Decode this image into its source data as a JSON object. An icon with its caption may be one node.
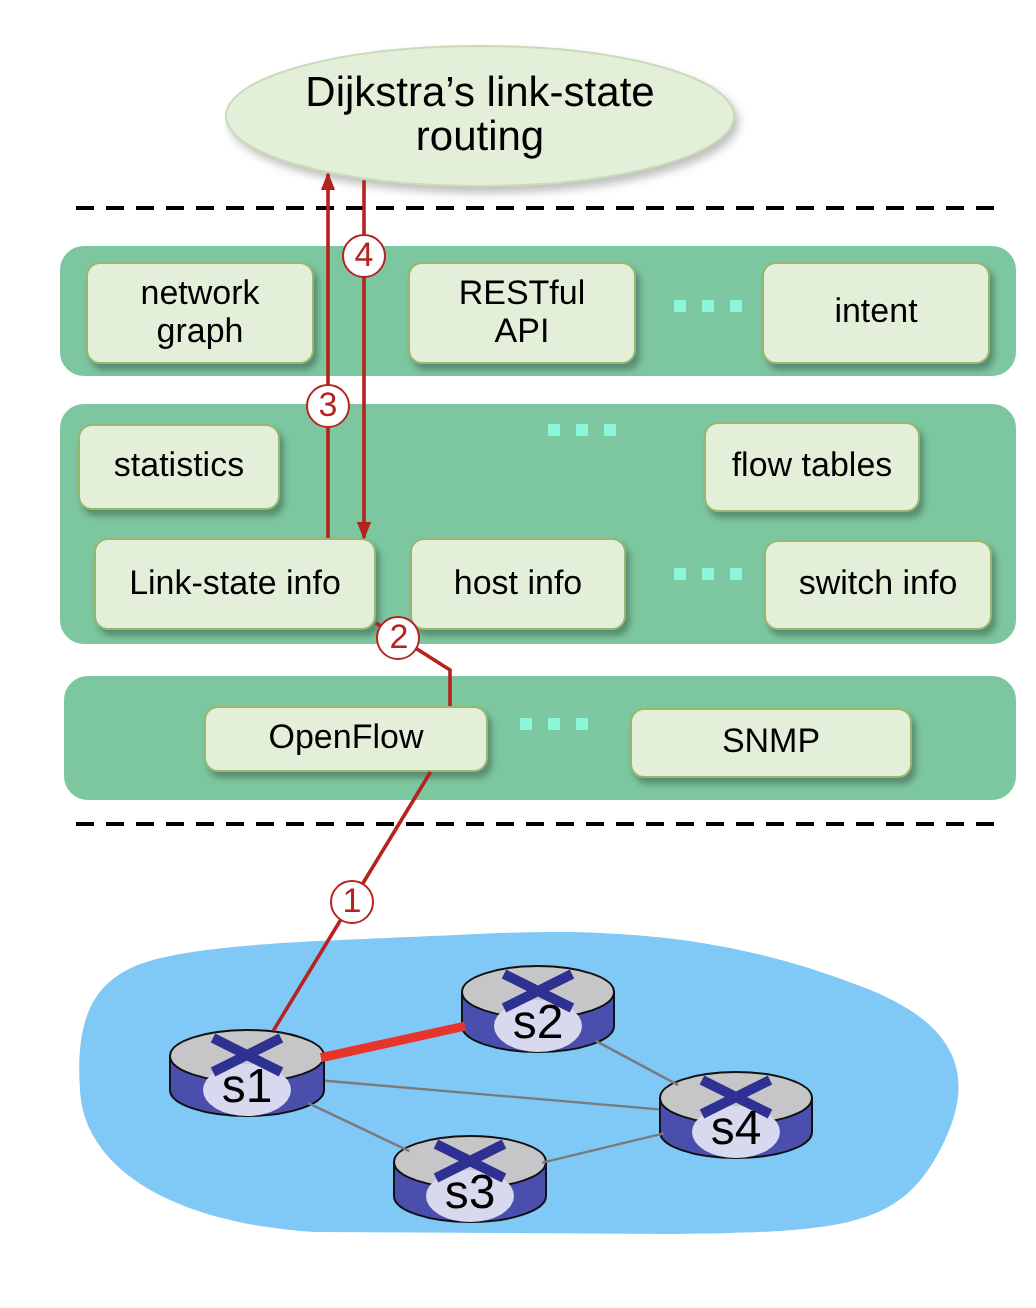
{
  "diagram": {
    "nodes": [
      {
        "text": [
          "Dijkstra’s link-state routing"
        ]
      },
      {
        "text": [],
        "shape": "box"
      },
      {
        "text": [
          "network graph"
        ],
        "in": 1
      },
      {
        "text": [
          "RESTful API"
        ],
        "in": 1
      },
      {
        "text": [
          "intent"
        ],
        "in": 1
      },
      {
        "text": [],
        "shape": "box"
      },
      {
        "text": [
          "statistics"
        ],
        "in": 5
      },
      {
        "text": [
          "flow tables"
        ],
        "in": 5
      },
      {
        "text": [
          "Link-state info"
        ],
        "in": 5
      },
      {
        "text": [
          "host info"
        ],
        "in": 5
      },
      {
        "text": [
          "switch info"
        ],
        "in": 5
      },
      {
        "text": [],
        "shape": "box"
      },
      {
        "text": [
          "OpenFlow"
        ],
        "in": 11
      },
      {
        "text": [
          "SNMP"
        ],
        "in": 11
      },
      {
        "text": [],
        "shape": "cloud"
      },
      {
        "text": [
          "s1"
        ],
        "in": 14
      },
      {
        "text": [
          "s2"
        ],
        "in": 14
      },
      {
        "text": [
          "s3"
        ],
        "in": 14
      },
      {
        "text": [
          "s4"
        ],
        "in": 14
      }
    ],
    "edges": [
      {
        "from": 15,
        "to": 12,
        "arrow": "none",
        "label": "1",
        "color": "#b5231f"
      },
      {
        "from": 12,
        "to": 8,
        "arrow": "none",
        "label": "2",
        "color": "#b5231f"
      },
      {
        "from": 8,
        "to": 0,
        "arrow": "to",
        "label": "3",
        "color": "#b5231f"
      },
      {
        "from": 0,
        "to": 8,
        "arrow": "to",
        "label": "4",
        "color": "#b5231f"
      },
      {
        "from": 15,
        "to": 16,
        "arrow": "none",
        "style": "thick",
        "color": "#e8352b"
      },
      {
        "from": 15,
        "to": 18,
        "arrow": "none",
        "color": "#7a7a7a"
      },
      {
        "from": 15,
        "to": 17,
        "arrow": "none",
        "color": "#7a7a7a"
      },
      {
        "from": 16,
        "to": 18,
        "arrow": "none",
        "color": "#7a7a7a"
      },
      {
        "from": 17,
        "to": 18,
        "arrow": "none",
        "color": "#7a7a7a"
      }
    ]
  }
}
